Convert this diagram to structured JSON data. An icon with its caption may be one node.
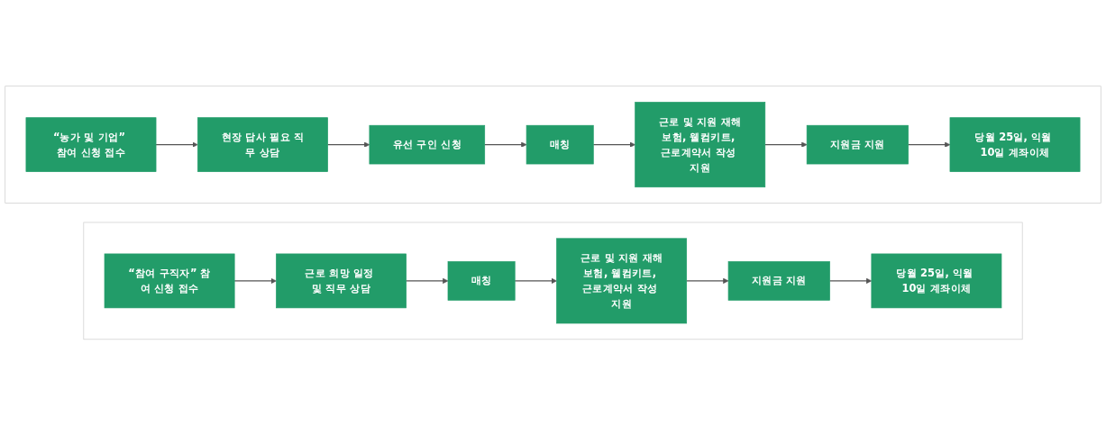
{
  "diagram": {
    "nodes": [
      {
        "text": [],
        "shape": "box"
      },
      {
        "text": [
          "“참여 구직자” 참여 신청 접수"
        ],
        "in": 0
      },
      {
        "text": [
          "근로 희망 일정 및 직무 상담"
        ],
        "in": 0
      },
      {
        "text": [
          "매칭"
        ],
        "in": 0
      },
      {
        "text": [
          "근로 및 지원 재해보험, 웰컴키트, 근로계약서 작성 지원"
        ],
        "in": 0
      },
      {
        "text": [
          "지원금 지원"
        ],
        "in": 0
      },
      {
        "text": [
          "당월 25일, 익월 10일 계좌이체"
        ],
        "in": 0
      },
      {
        "text": [],
        "shape": "box"
      },
      {
        "text": [
          "“농가 및 기업” 참여 신청 접수"
        ],
        "in": 7
      },
      {
        "text": [
          "현장 답사 필요 직무 상담"
        ],
        "in": 7
      },
      {
        "text": [
          "유선 구인 신청"
        ],
        "in": 7
      },
      {
        "text": [
          "매칭"
        ],
        "in": 7
      },
      {
        "text": [
          "근로 및 지원 재해보험, 웰컴키트, 근로계약서 작성 지원"
        ],
        "in": 7
      },
      {
        "text": [
          "지원금 지원"
        ],
        "in": 7
      },
      {
        "text": [
          "당월 25일, 익월 10일 계좌이체"
        ],
        "in": 7
      }
    ],
    "edges": [
      {
        "from": 1,
        "to": 2,
        "arrow": "to"
      },
      {
        "from": 2,
        "to": 3,
        "arrow": "to"
      },
      {
        "from": 3,
        "to": 4,
        "arrow": "to"
      },
      {
        "from": 4,
        "to": 5,
        "arrow": "to"
      },
      {
        "from": 5,
        "to": 6,
        "arrow": "to"
      },
      {
        "from": 8,
        "to": 9,
        "arrow": "to"
      },
      {
        "from": 9,
        "to": 10,
        "arrow": "to"
      },
      {
        "from": 10,
        "to": 11,
        "arrow": "to"
      },
      {
        "from": 11,
        "to": 12,
        "arrow": "to"
      },
      {
        "from": 12,
        "to": 13,
        "arrow": "to"
      },
      {
        "from": 13,
        "to": 14,
        "arrow": "to"
      }
    ]
  }
}
